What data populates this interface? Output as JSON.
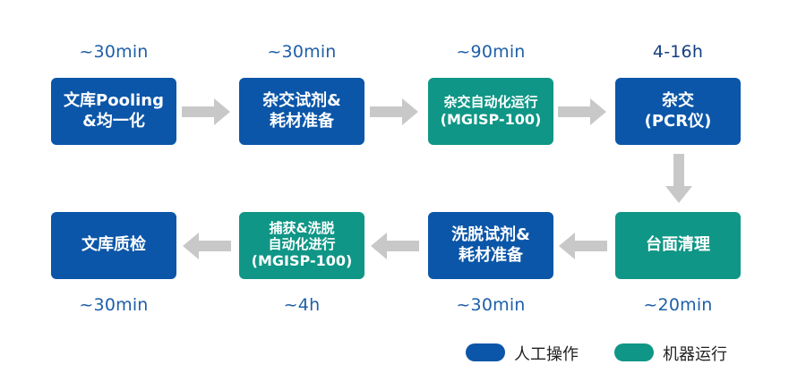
{
  "colors": {
    "manual": "#0b56a8",
    "machine": "#0f9686",
    "arrow": "#c8c8c8",
    "time_text": "#1f5fa8"
  },
  "row1": {
    "steps": [
      {
        "time": "~30min",
        "lines": [
          "文库Pooling",
          "&均一化"
        ],
        "kind": "manual"
      },
      {
        "time": "~30min",
        "lines": [
          "杂交试剂&",
          "耗材准备"
        ],
        "kind": "manual"
      },
      {
        "time": "~90min",
        "lines": [
          "杂交自动化运行",
          "(MGISP-100)"
        ],
        "kind": "machine"
      },
      {
        "time": "4-16h",
        "lines": [
          "杂交",
          "(PCR仪)"
        ],
        "kind": "manual"
      }
    ]
  },
  "row2": {
    "steps": [
      {
        "time": "~30min",
        "lines": [
          "文库质检"
        ],
        "kind": "manual"
      },
      {
        "time": "~4h",
        "lines": [
          "捕获&洗脱",
          "自动化进行",
          "(MGISP-100)"
        ],
        "kind": "machine"
      },
      {
        "time": "~30min",
        "lines": [
          "洗脱试剂&",
          "耗材准备"
        ],
        "kind": "manual"
      },
      {
        "time": "~20min",
        "lines": [
          "台面清理"
        ],
        "kind": "machine"
      }
    ]
  },
  "legend": {
    "manual_label": "人工操作",
    "machine_label": "机器运行"
  }
}
